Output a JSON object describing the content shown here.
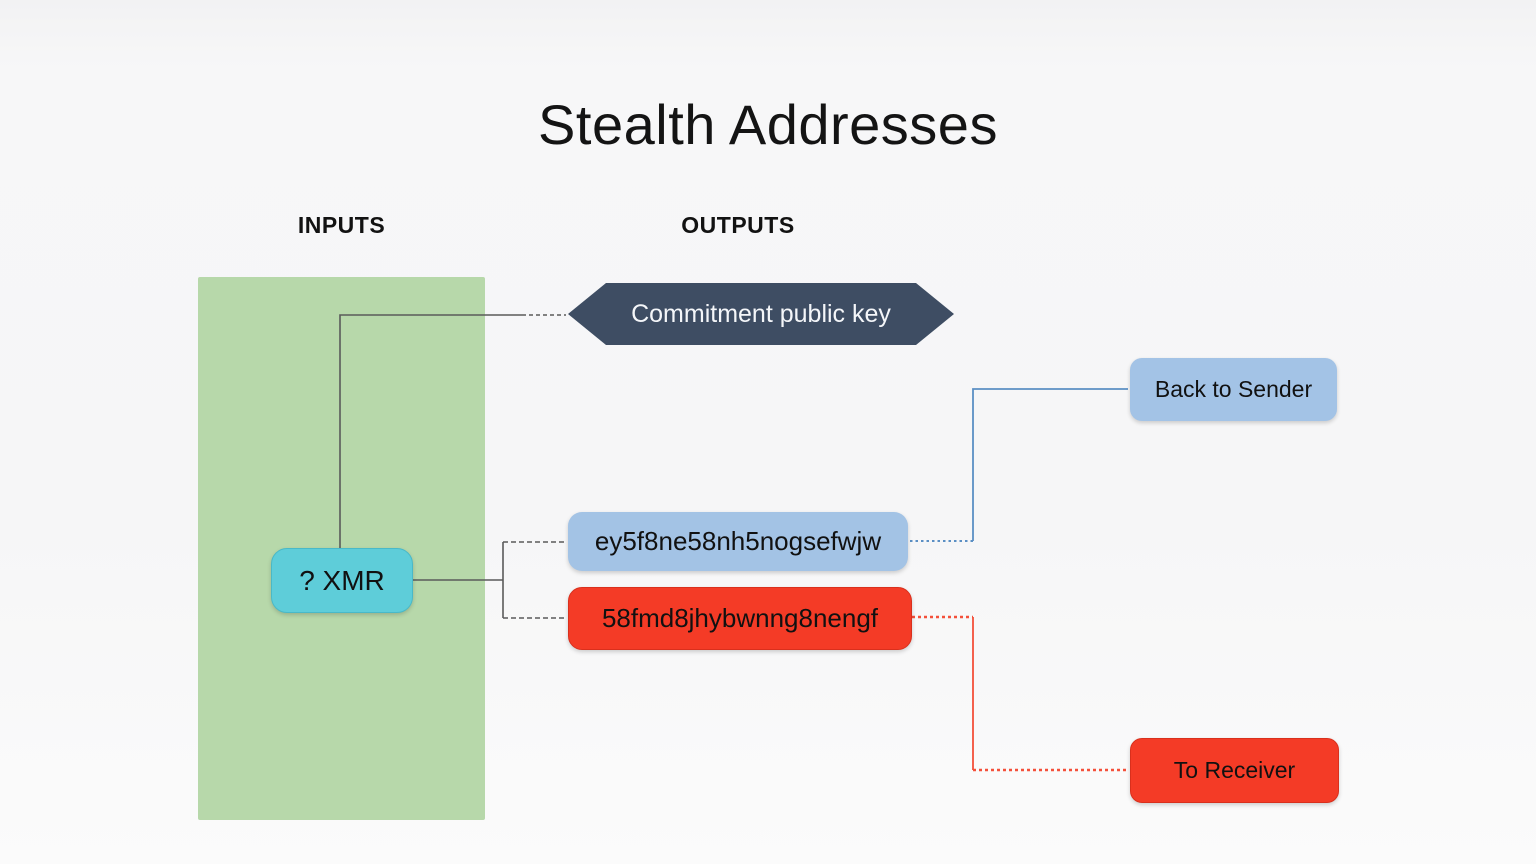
{
  "slide": {
    "title": "Stealth Addresses",
    "inputs_label": "INPUTS",
    "outputs_label": "OUTPUTS"
  },
  "nodes": {
    "input_amount": {
      "label": "? XMR",
      "fill": "#5ecdd9"
    },
    "commitment_key": {
      "label": "Commitment public key",
      "fill": "#3e4d63",
      "text_color": "#ffffff"
    },
    "stealth_address_change": {
      "label": "ey5f8ne58nh5nogsefwjw",
      "fill": "#a3c3e5"
    },
    "stealth_address_payment": {
      "label": "58fmd8jhybwnng8nengf",
      "fill": "#f43b26"
    },
    "back_to_sender": {
      "label": "Back to Sender",
      "fill": "#a3c3e6"
    },
    "to_receiver": {
      "label": "To Receiver",
      "fill": "#f43b26"
    }
  },
  "colors": {
    "background": "#f6f6f7",
    "inputs_panel": "#b7d8aa",
    "connector_gray": "#5a5a5a",
    "connector_blue": "#5b8fc4",
    "connector_red": "#f4503a",
    "title_text": "#141414"
  }
}
